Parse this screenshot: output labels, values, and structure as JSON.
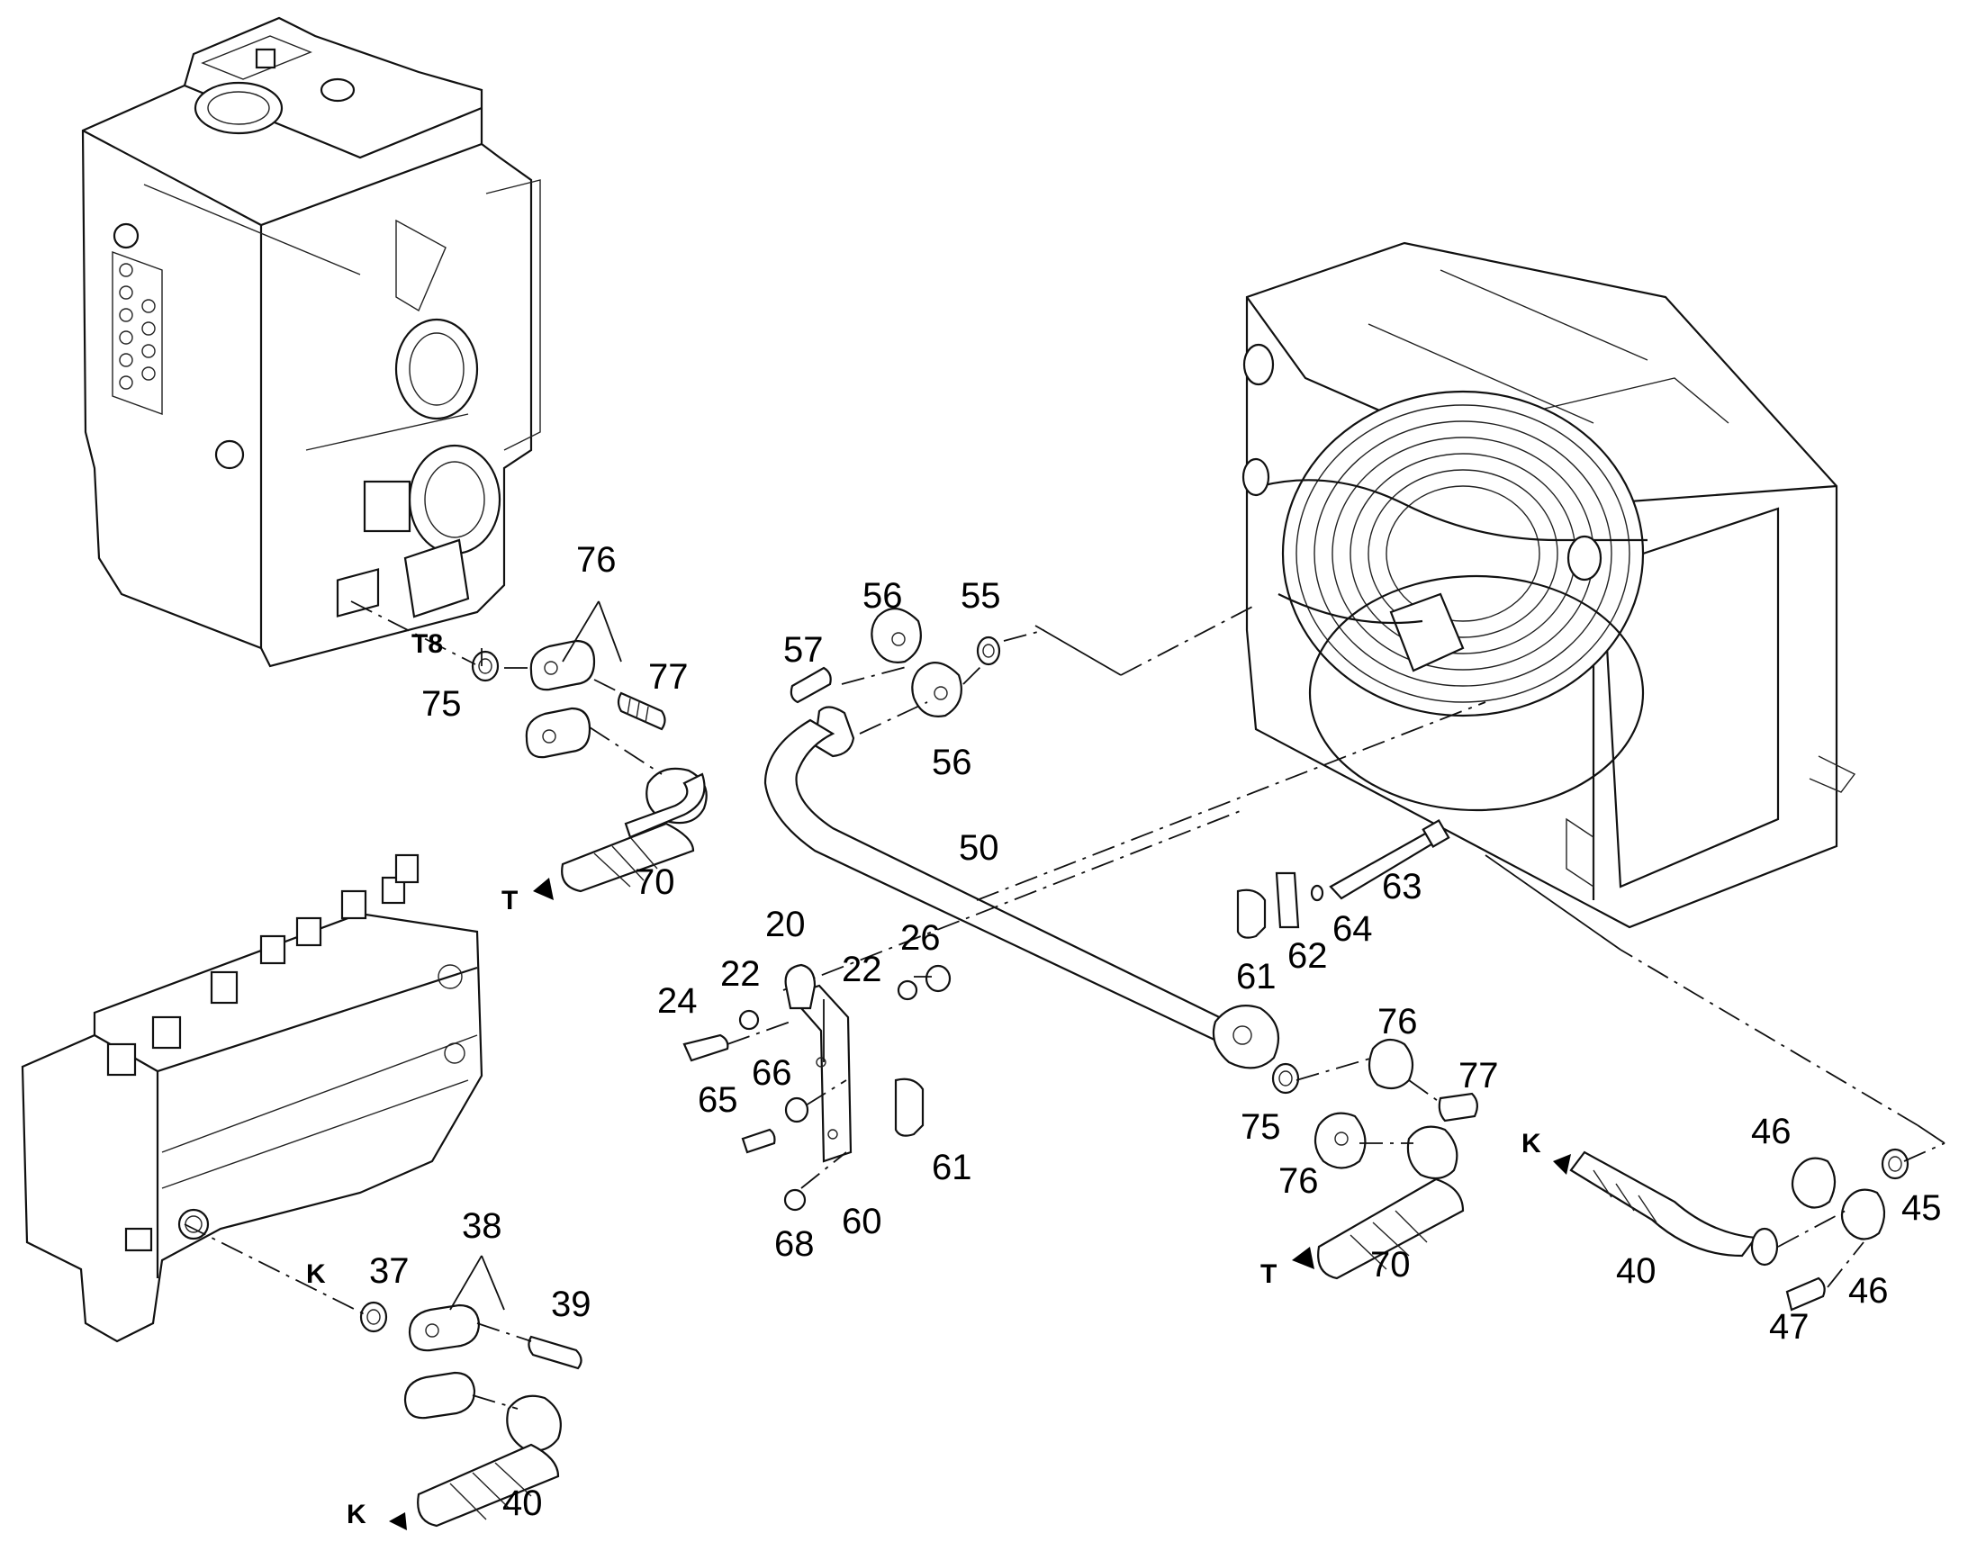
{
  "callouts": [
    {
      "id": "c76a",
      "text": "76"
    },
    {
      "id": "t8",
      "text": "T8"
    },
    {
      "id": "c75a",
      "text": "75"
    },
    {
      "id": "c77a",
      "text": "77"
    },
    {
      "id": "c70a",
      "text": "70"
    },
    {
      "id": "ta",
      "text": "T"
    },
    {
      "id": "c56a",
      "text": "56"
    },
    {
      "id": "c55",
      "text": "55"
    },
    {
      "id": "c57",
      "text": "57"
    },
    {
      "id": "c56b",
      "text": "56"
    },
    {
      "id": "c50",
      "text": "50"
    },
    {
      "id": "c63",
      "text": "63"
    },
    {
      "id": "c64",
      "text": "64"
    },
    {
      "id": "c62",
      "text": "62"
    },
    {
      "id": "c61a",
      "text": "61"
    },
    {
      "id": "c20",
      "text": "20"
    },
    {
      "id": "c22a",
      "text": "22"
    },
    {
      "id": "c22b",
      "text": "22"
    },
    {
      "id": "c26",
      "text": "26"
    },
    {
      "id": "c24",
      "text": "24"
    },
    {
      "id": "c66",
      "text": "66"
    },
    {
      "id": "c65",
      "text": "65"
    },
    {
      "id": "c61b",
      "text": "61"
    },
    {
      "id": "c60",
      "text": "60"
    },
    {
      "id": "c68",
      "text": "68"
    },
    {
      "id": "c76b",
      "text": "76"
    },
    {
      "id": "c77b",
      "text": "77"
    },
    {
      "id": "c75b",
      "text": "75"
    },
    {
      "id": "c76c",
      "text": "76"
    },
    {
      "id": "c70b",
      "text": "70"
    },
    {
      "id": "tb",
      "text": "T"
    },
    {
      "id": "kr",
      "text": "K"
    },
    {
      "id": "c46a",
      "text": "46"
    },
    {
      "id": "c45",
      "text": "45"
    },
    {
      "id": "c40a",
      "text": "40"
    },
    {
      "id": "c46b",
      "text": "46"
    },
    {
      "id": "c47",
      "text": "47"
    },
    {
      "id": "c38",
      "text": "38"
    },
    {
      "id": "kl",
      "text": "K"
    },
    {
      "id": "c37",
      "text": "37"
    },
    {
      "id": "c39",
      "text": "39"
    },
    {
      "id": "kb",
      "text": "K"
    },
    {
      "id": "c40b",
      "text": "40"
    }
  ]
}
